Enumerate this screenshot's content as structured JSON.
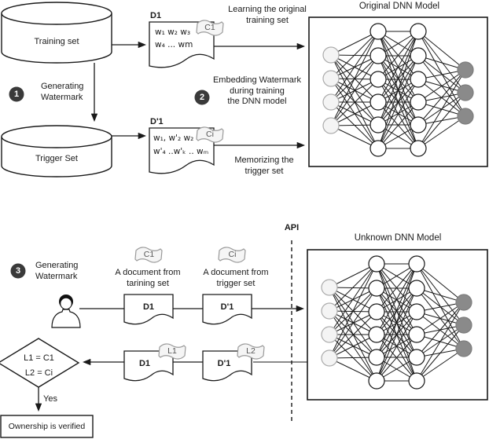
{
  "colors": {
    "line": "#1a1a1a",
    "step_circle": "#3a3a3a",
    "flag_fill": "#f5f5f5",
    "flag_border": "#999999",
    "input_node": "#f4f4f4",
    "hidden_node": "#ffffff",
    "output_node": "#8a8a8a"
  },
  "cylinders": {
    "training": "Training set",
    "trigger": "Trigger Set"
  },
  "steps": [
    {
      "number": "1",
      "label": "Generating\nWatermark"
    },
    {
      "number": "2",
      "label": "Embedding Watermark\nduring training\nthe DNN model"
    },
    {
      "number": "3",
      "label": "Generating\nWatermark"
    }
  ],
  "top_docs": {
    "d1": {
      "title": "D1",
      "text": "w₁ w₂ w₃\nw₄ ... wm",
      "tag": "C1"
    },
    "d1_prime": {
      "title": "D'1",
      "text": "w₁, w'₂ w₂\nw'₄ ..w'ₖ .. wₘ",
      "tag": "Ci"
    }
  },
  "annotations": {
    "learning": "Learning  the original\ntraining set",
    "memorizing": "Memorizing the\ntrigger set",
    "api": "API"
  },
  "networks": [
    {
      "title": "Original DNN Model",
      "layers": [
        {
          "count": 4,
          "fill": "#f4f4f4",
          "stroke": "#ababab"
        },
        {
          "count": 6,
          "fill": "#ffffff",
          "stroke": "#141414"
        },
        {
          "count": 6,
          "fill": "#ffffff",
          "stroke": "#141414"
        },
        {
          "count": 3,
          "fill": "#8a8a8a",
          "stroke": "#7d7d7d"
        }
      ]
    },
    {
      "title": "Unknown DNN Model",
      "layers": [
        {
          "count": 4,
          "fill": "#f4f4f4",
          "stroke": "#ababab"
        },
        {
          "count": 6,
          "fill": "#ffffff",
          "stroke": "#141414"
        },
        {
          "count": 6,
          "fill": "#ffffff",
          "stroke": "#141414"
        },
        {
          "count": 3,
          "fill": "#8a8a8a",
          "stroke": "#7d7d7d"
        }
      ]
    }
  ],
  "verification": {
    "tag_c1": "C1",
    "tag_ci": "Ci",
    "label_training_doc": "A document from\ntarining set",
    "label_trigger_doc": "A document from\ntrigger set",
    "query_d1": "D1",
    "query_d1_prime": "D'1",
    "result_d1": "D1",
    "result_d1_prime": "D'1",
    "tag_l1": "L1",
    "tag_l2": "L2",
    "decision": "L1 = C1\nL2 = Ci",
    "yes": "Yes",
    "result": "Ownership is verified"
  }
}
